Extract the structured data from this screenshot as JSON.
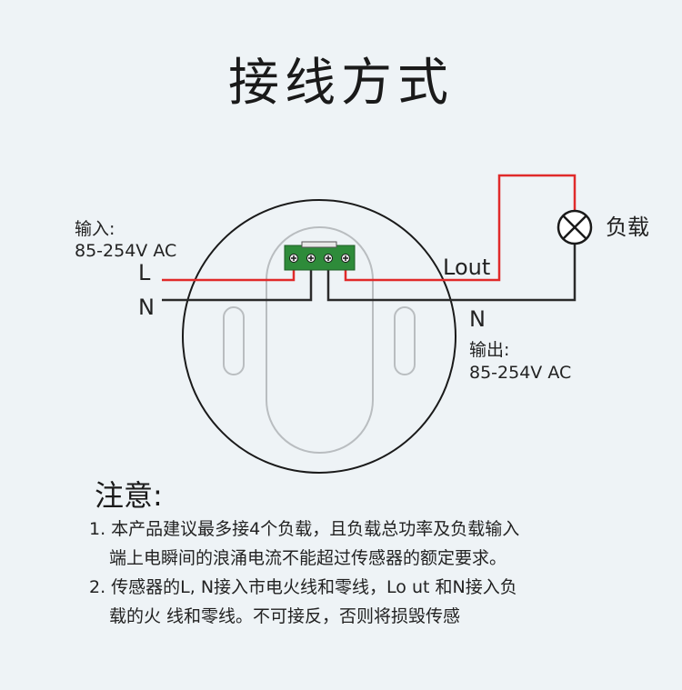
{
  "title": "接线方式",
  "input": {
    "label": "输入:",
    "voltage": "85-254V AC",
    "L": "L",
    "N": "N"
  },
  "output": {
    "label": "输出:",
    "voltage": "85-254V AC",
    "Lout": "Lout",
    "N": "N"
  },
  "load_label": "负载",
  "colors": {
    "live": "#e02a2a",
    "neutral": "#2a2a2a",
    "terminal": "#2e8b3a",
    "background": "#eef3f6"
  },
  "notes_title": "注意:",
  "notes": [
    {
      "line1": "1. 本产品建议最多接4个负载，且负载总功率及负载输入",
      "line2": "端上电瞬间的浪涌电流不能超过传感器的额定要求。"
    },
    {
      "line1": "2. 传感器的L, N接入市电火线和零线，Lo ut 和N接入负",
      "line2": "载的火  线和零线。不可接反，否则将损毁传感"
    }
  ]
}
